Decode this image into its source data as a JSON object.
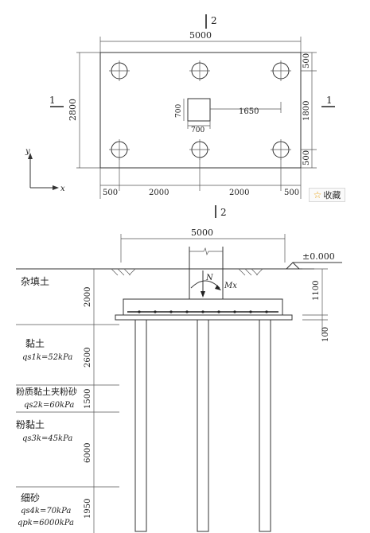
{
  "plan": {
    "width_dim": "5000",
    "height_dim": "2800",
    "col_w": "700",
    "col_h": "700",
    "offset": "1650",
    "right_dims": [
      "500",
      "1800",
      "500"
    ],
    "bottom_dims": [
      "500",
      "2000",
      "2000",
      "500"
    ],
    "section_mark_1": "1",
    "section_mark_2": "2",
    "axis_x": "x",
    "axis_y": "y"
  },
  "favorite_button": {
    "label": "收藏"
  },
  "section": {
    "width_dim": "5000",
    "ground_level": "±0.000",
    "cap_depth": "1100",
    "cushion": "100",
    "load_n": "N",
    "moment": "Mx",
    "layers": [
      {
        "name": "杂填土",
        "thickness": "2000"
      },
      {
        "name": "黏土",
        "param": "qs1k=52kPa",
        "thickness": "2600"
      },
      {
        "name": "粉质黏土夹粉砂",
        "param": "qs2k=60kPa",
        "thickness": "1500"
      },
      {
        "name": "粉黏土",
        "param": "qs3k=45kPa",
        "thickness": "6000"
      },
      {
        "name": "细砂",
        "param": "qs4k=70kPa",
        "param2": "qpk=6000kPa",
        "thickness": "1950"
      }
    ]
  }
}
